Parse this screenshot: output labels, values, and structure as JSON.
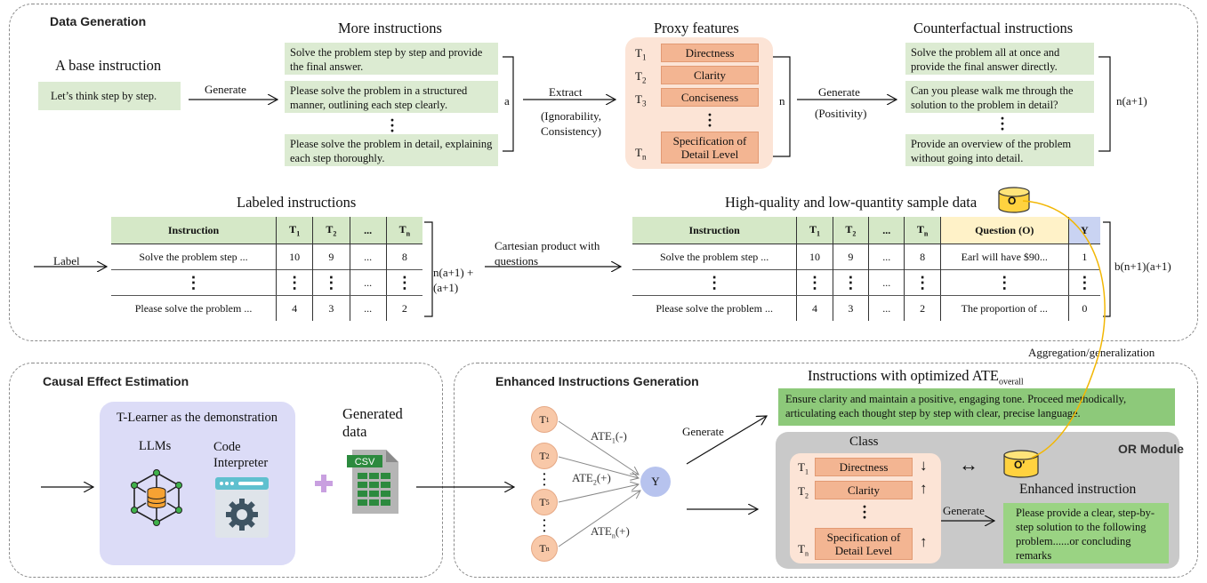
{
  "data_generation": {
    "title": "Data Generation",
    "base_instruction_title": "A base instruction",
    "base_instruction": "Let’s think step by step.",
    "generate_label": "Generate",
    "more_title": "More instructions",
    "more": [
      "Solve the problem step by step and provide the final answer.",
      "Please solve the problem in a structured manner, outlining each step clearly.",
      "Please solve the problem in detail, explaining each step thoroughly."
    ],
    "brace_a": "a",
    "extract_label": "Extract",
    "extract_sub": "(Ignorability, Consistency)",
    "proxy_title": "Proxy features",
    "proxy": [
      {
        "t": "T",
        "sub": "1",
        "label": "Directness"
      },
      {
        "t": "T",
        "sub": "2",
        "label": "Clarity"
      },
      {
        "t": "T",
        "sub": "3",
        "label": "Conciseness"
      },
      {
        "t": "T",
        "sub": "n",
        "label": "Specification of Detail Level"
      }
    ],
    "brace_n": "n",
    "generate2_label": "Generate",
    "positivity_label": "(Positivity)",
    "counter_title": "Counterfactual instructions",
    "counter": [
      "Solve the problem all at once and provide the final answer directly.",
      "Can you please walk me through the solution to the problem in detail?",
      "Provide an overview of the problem without going into detail."
    ],
    "brace_counter": "n(a+1)",
    "label_arrow": "Label",
    "labeled_title": "Labeled instructions",
    "labeled_headers": [
      "Instruction",
      "T",
      "T",
      "...",
      "T"
    ],
    "labeled_header_subs": [
      "",
      "1",
      "2",
      "",
      "n"
    ],
    "labeled_rows": [
      [
        "Solve the problem step ...",
        "10",
        "9",
        "...",
        "8"
      ],
      [
        "⋮",
        "⋮",
        "⋮",
        "...",
        "⋮"
      ],
      [
        "Please solve the problem ...",
        "4",
        "3",
        "...",
        "2"
      ]
    ],
    "brace_labeled": "n(a+1) +(a+1)",
    "cartesian_label": "Cartesian product with questions",
    "hq_title": "High-quality and low-quantity sample data",
    "hq_db_label": "O",
    "hq_headers": [
      "Instruction",
      "T",
      "T",
      "...",
      "T",
      "Question (O)",
      "Y"
    ],
    "hq_header_subs": [
      "",
      "1",
      "2",
      "",
      "n",
      "",
      ""
    ],
    "hq_rows": [
      [
        "Solve the problem step ...",
        "10",
        "9",
        "...",
        "8",
        "Earl will have $90...",
        "1"
      ],
      [
        "⋮",
        "⋮",
        "⋮",
        "...",
        "⋮",
        "⋮",
        "⋮"
      ],
      [
        "Please solve the problem ...",
        "4",
        "3",
        "...",
        "2",
        "The proportion of ...",
        "0"
      ]
    ],
    "brace_hq": "b(n+1)(a+1)"
  },
  "aggregation_label": "Aggregation/generalization",
  "causal": {
    "title": "Causal Effect Estimation",
    "tlearner_title": "T-Learner as the demonstration",
    "llms_label": "LLMs",
    "code_label": "Code Interpreter",
    "generated_label": "Generated data",
    "csv_label": "CSV"
  },
  "enhanced": {
    "title": "Enhanced Instructions Generation",
    "nodes": [
      {
        "t": "T",
        "sub": "1"
      },
      {
        "t": "T",
        "sub": "2"
      },
      {
        "t": "T",
        "sub": "5"
      },
      {
        "t": "T",
        "sub": "n"
      }
    ],
    "y_label": "Y",
    "ate_labels": [
      {
        "t": "ATE",
        "sub": "1",
        "sign": "(-)"
      },
      {
        "t": "ATE",
        "sub": "2",
        "sign": "(+)"
      },
      {
        "t": "ATE",
        "sub": "n",
        "sign": "(+)"
      }
    ],
    "generate_label": "Generate",
    "optimized_title": "Instructions with optimized ATE",
    "optimized_sub": "overall",
    "optimized_text": "Ensure clarity and maintain a positive, engaging tone. Proceed methodically, articulating each thought step by step with clear, precise language.",
    "or_module": "OR Module",
    "class_title": "Class",
    "class_items": [
      {
        "t": "T",
        "sub": "1",
        "label": "Directness",
        "dir": "↓"
      },
      {
        "t": "T",
        "sub": "2",
        "label": "Clarity",
        "dir": "↑"
      },
      {
        "t": "T",
        "sub": "n",
        "label": "Specification of Detail Level",
        "dir": "↑"
      }
    ],
    "swap_symbol": "↔",
    "o_prime_label": "O′",
    "enhanced_title": "Enhanced instruction",
    "generate2_label": "Generate",
    "enhanced_text": "Please provide a clear, step-by-step solution to the following problem......or concluding remarks"
  }
}
